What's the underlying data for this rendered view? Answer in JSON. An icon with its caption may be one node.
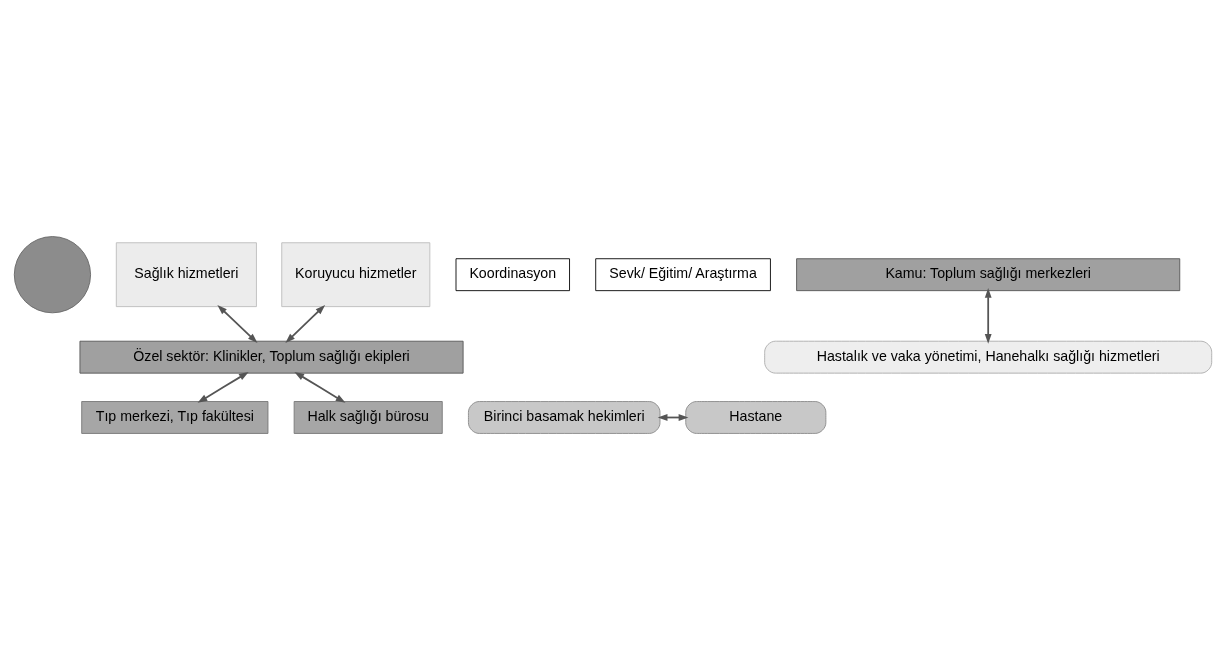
{
  "diagram": {
    "nodes": [
      {
        "text": [],
        "shape": "circle"
      },
      {
        "text": [
          "Sağlık hizmetleri"
        ]
      },
      {
        "text": [
          "Koruyucu hizmetler"
        ]
      },
      {
        "text": [
          "Koordinasyon"
        ]
      },
      {
        "text": [
          "Sevk/ Eğitim/ Araştırma"
        ]
      },
      {
        "text": [
          "Özel sektör: Klinikler, Toplum sağlığı ekipleri"
        ]
      },
      {
        "text": [
          "Halk sağlığı bürosu"
        ]
      },
      {
        "text": [
          "Birinci basamak hekimleri"
        ]
      },
      {
        "text": [
          "Hastane"
        ]
      },
      {
        "text": [
          "Tıp merkezi, Tıp fakültesi"
        ]
      },
      {
        "text": [
          "Kamu: Toplum sağlığı merkezleri"
        ]
      },
      {
        "text": [
          "Hastalık ve vaka yönetimi, Hanehalkı sağlığı hizmetleri"
        ]
      }
    ],
    "edges": [
      {
        "from": 1,
        "to": 5,
        "arrow": "both"
      },
      {
        "from": 2,
        "to": 5,
        "arrow": "both"
      },
      {
        "from": 6,
        "to": 5,
        "arrow": "both"
      },
      {
        "from": 5,
        "to": 9,
        "arrow": "both"
      },
      {
        "from": 7,
        "to": 8,
        "arrow": "both"
      },
      {
        "from": 10,
        "to": 11,
        "arrow": "both"
      }
    ]
  }
}
